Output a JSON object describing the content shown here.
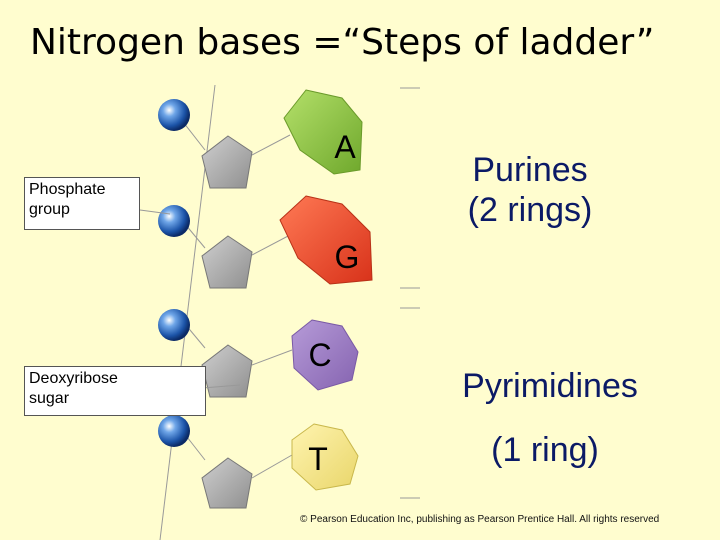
{
  "title": "Nitrogen bases =“Steps of ladder”",
  "labels": {
    "phosphate_line1": "Phosphate",
    "phosphate_line2": "group",
    "sugar_line1": "Deoxyribose",
    "sugar_line2": "sugar"
  },
  "bases": {
    "a": "A",
    "g": "G",
    "c": "C",
    "t": "T"
  },
  "classes": {
    "purines_line1": "Purines",
    "purines_line2": "(2 rings)",
    "pyrimidines_line1": "Pyrimidines",
    "pyrimidines_line2": "(1 ring)"
  },
  "copyright": "© Pearson Education Inc, publishing as Pearson Prentice Hall. All rights reserved",
  "colors": {
    "background": "#FFFDCF",
    "base_a": "#8CC63F",
    "base_g": "#F04A27",
    "base_c": "#9B7BC1",
    "base_t": "#F6E68A",
    "phosphate": "#2F6FC4",
    "sugar": "#A9A9A9",
    "text_blue": "#0B1A66"
  }
}
